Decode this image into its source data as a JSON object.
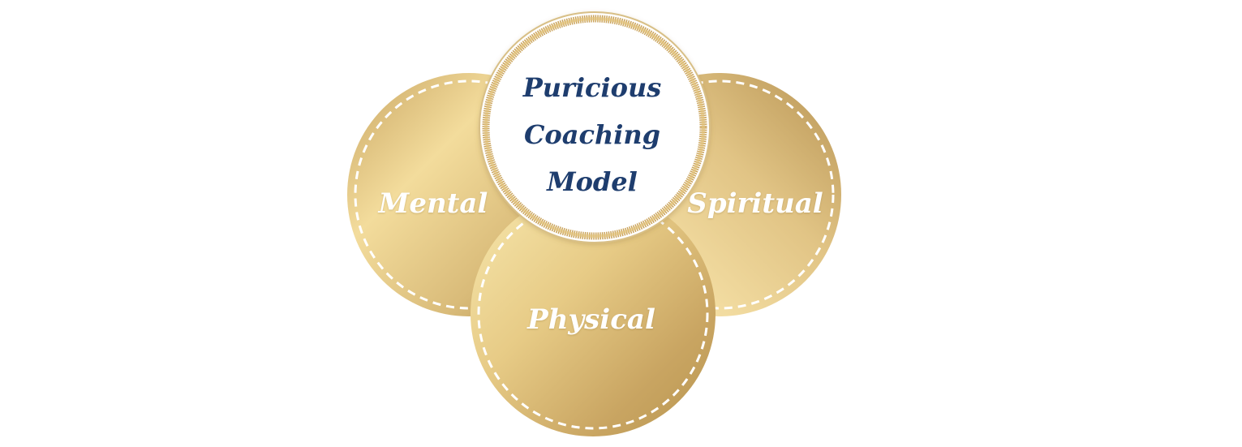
{
  "diagram": {
    "title_lines": [
      "Puricious",
      "Coaching",
      "Model"
    ],
    "circles": {
      "mental": "Mental",
      "spiritual": "Spiritual",
      "physical": "Physical"
    }
  },
  "colors": {
    "gold_light": "#f5e2a6",
    "gold_mid": "#dcc07e",
    "gold_dark": "#b89655",
    "title_navy": "#1e3d6e",
    "dashed_line": "#ffffff"
  }
}
